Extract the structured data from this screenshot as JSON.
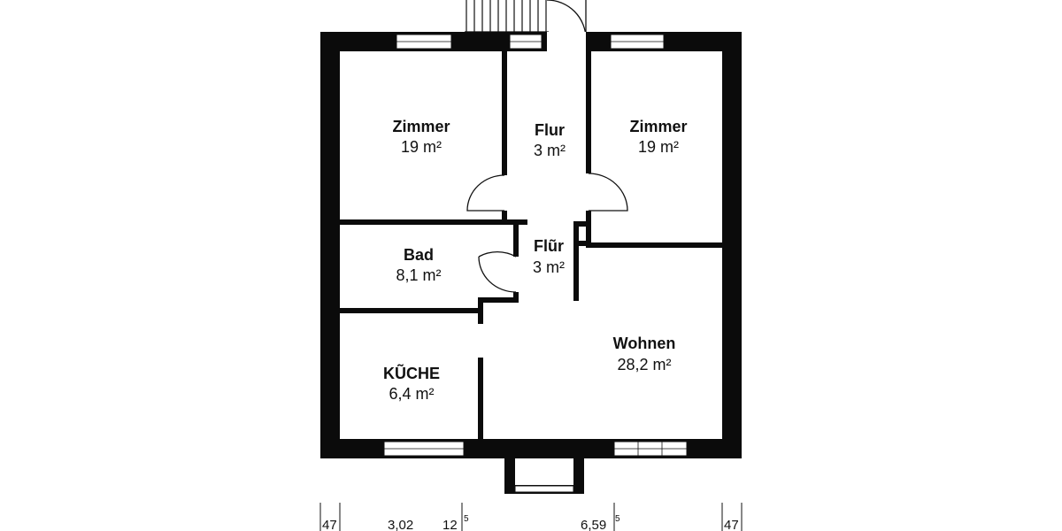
{
  "colors": {
    "wall": "#0b0b0b",
    "window_fill": "#ffffff",
    "line": "#111111",
    "background": "#ffffff"
  },
  "rooms": [
    {
      "id": "zimmer-left",
      "name": "Zimmer",
      "area": "19 m²"
    },
    {
      "id": "flur-top",
      "name": "Flur",
      "area": "3 m²"
    },
    {
      "id": "zimmer-right",
      "name": "Zimmer",
      "area": "19 m²"
    },
    {
      "id": "bad",
      "name": "Bad",
      "area": "8,1 m²"
    },
    {
      "id": "flur-mid",
      "name": "Flũr",
      "area": "3 m²"
    },
    {
      "id": "wohnen",
      "name": "Wohnen",
      "area": "28,2 m²"
    },
    {
      "id": "kueche",
      "name": "KŨCHE",
      "area": "6,4 m²"
    }
  ],
  "dimensions": [
    {
      "value": "47"
    },
    {
      "value": "3,02"
    },
    {
      "value": "12",
      "sup": "5"
    },
    {
      "value": "6,59",
      "sup": "5"
    },
    {
      "value": "47"
    }
  ]
}
